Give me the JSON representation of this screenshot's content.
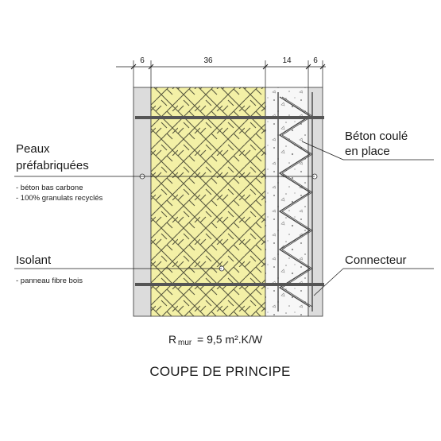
{
  "dimensions": {
    "d1": "6",
    "d2": "36",
    "d3": "14",
    "d4": "6"
  },
  "labels": {
    "peaux_line1": "Peaux",
    "peaux_line2": "préfabriquées",
    "peaux_note1": "- béton bas carbone",
    "peaux_note2": "- 100% granulats recyclés",
    "isolant": "Isolant",
    "isolant_note": "- panneau fibre bois",
    "beton_line1": "Béton coulé",
    "beton_line2": "en place",
    "connecteur": "Connecteur"
  },
  "resistance": {
    "prefix": "R",
    "sub": "mur",
    "value": "= 9,5 m².K/W"
  },
  "title": "COUPE DE PRINCIPE",
  "colors": {
    "insulation": "#f3f0a6",
    "precast": "#dcdcdc",
    "concrete": "#f7f7f7",
    "hatch": "#5a5a40",
    "rod": "#555555",
    "ink": "#1a1a1a"
  }
}
